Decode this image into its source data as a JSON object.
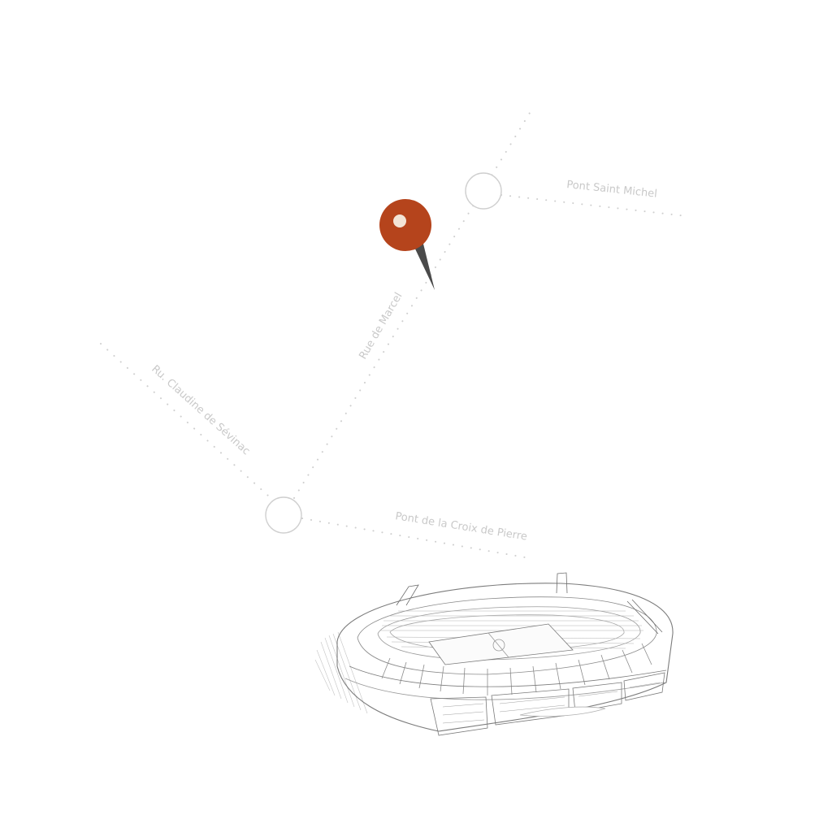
{
  "map": {
    "streets": [
      {
        "id": "rue-de-marcel",
        "label": "Rue de Marcel"
      },
      {
        "id": "pont-saint-michel",
        "label": "Pont Saint Michel"
      },
      {
        "id": "rue-claudine-de-sevinac",
        "label": "Ru. Claudine de Sévinac"
      },
      {
        "id": "pont-de-la-croix-de-pierre",
        "label": "Pont de la Croix de Pierre"
      }
    ],
    "pin": {
      "icon": "map-pin-icon",
      "head_color": "#b5441c",
      "needle_color": "#4a4a4a"
    },
    "landmark": {
      "icon": "stadium-illustration"
    },
    "colors": {
      "route": "#cfcfcf",
      "label": "#c9c9c9",
      "background": "#ffffff"
    }
  }
}
